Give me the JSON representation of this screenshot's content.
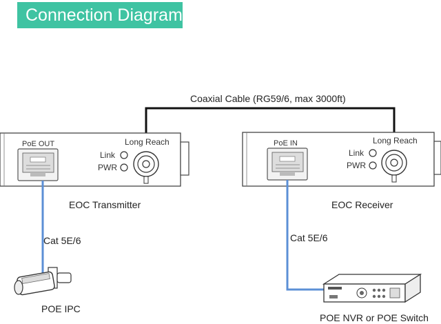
{
  "title": "Connection Diagram",
  "cable_label": "Coaxial Cable (RG59/6, max 3000ft)",
  "transmitter": {
    "port_label": "PoE OUT",
    "link_label": "Link",
    "pwr_label": "PWR",
    "reach_label": "Long Reach",
    "name": "EOC Transmitter",
    "cat_label": "Cat 5E/6",
    "device_label": "POE IPC"
  },
  "receiver": {
    "port_label": "PoE IN",
    "link_label": "Link",
    "pwr_label": "PWR",
    "reach_label": "Long Reach",
    "name": "EOC Receiver",
    "cat_label": "Cat 5E/6",
    "device_label": "POE NVR or POE Switch"
  },
  "colors": {
    "banner": "#3fc3a2",
    "ethernet_cable": "#5b8fd6",
    "coax_cable": "#111111"
  }
}
